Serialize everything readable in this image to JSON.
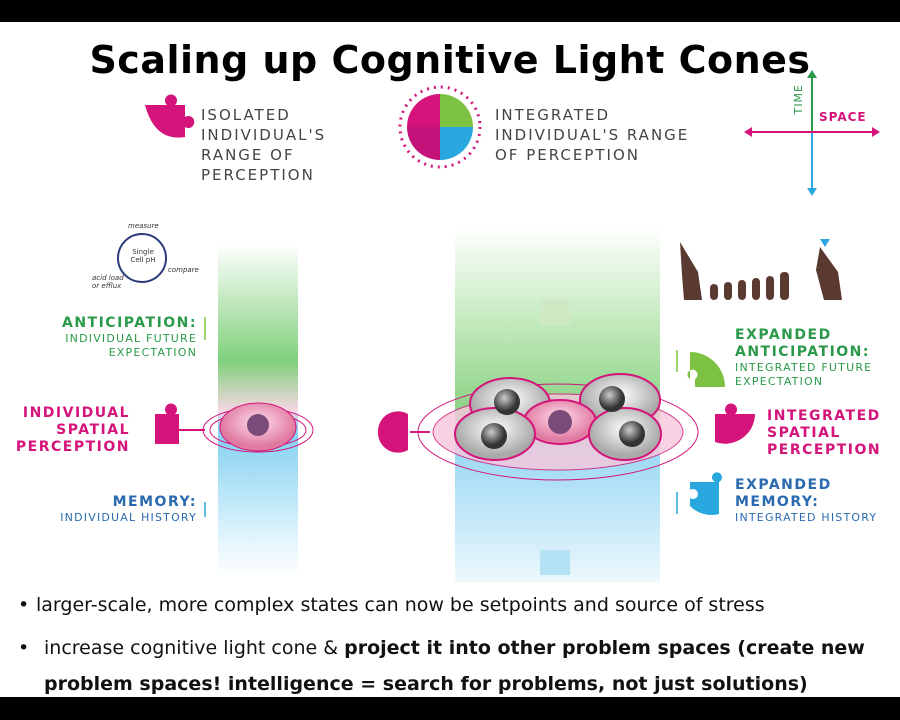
{
  "title": "Scaling up Cognitive Light Cones",
  "legend": {
    "isolated": "ISOLATED INDIVIDUAL'S RANGE OF PERCEPTION",
    "integrated": "INTEGRATED INDIVIDUAL'S RANGE OF PERCEPTION",
    "axis_time": "TIME",
    "axis_space": "SPACE"
  },
  "cycle": {
    "center": "Single Cell pH",
    "measure": "measure",
    "compare": "compare",
    "acid": "acid load or efflux"
  },
  "left": {
    "anticipation": "ANTICIPATION:",
    "anticipation_sub": "INDIVIDUAL FUTURE EXPECTATION",
    "spatial": "INDIVIDUAL SPATIAL PERCEPTION",
    "memory": "MEMORY:",
    "memory_sub": "INDIVIDUAL HISTORY"
  },
  "right": {
    "anticipation": "EXPANDED ANTICIPATION:",
    "anticipation_sub": "INTEGRATED FUTURE EXPECTATION",
    "spatial": "INTEGRATED SPATIAL PERCEPTION",
    "memory": "EXPANDED MEMORY:",
    "memory_sub": "INTEGRATED HISTORY"
  },
  "bullets": [
    {
      "text": "larger-scale, more complex states can now be setpoints and source of stress",
      "bold": ""
    },
    {
      "text": "increase cognitive light cone & ",
      "bold": "project it into other problem spaces (create new problem spaces! intelligence = search for problems, not just solutions)"
    }
  ],
  "colors": {
    "green": "#2a9a4a",
    "magenta": "#d4147a",
    "blue": "#2a6ab0",
    "cyan": "#29a8e0",
    "lime": "#7dc242"
  }
}
